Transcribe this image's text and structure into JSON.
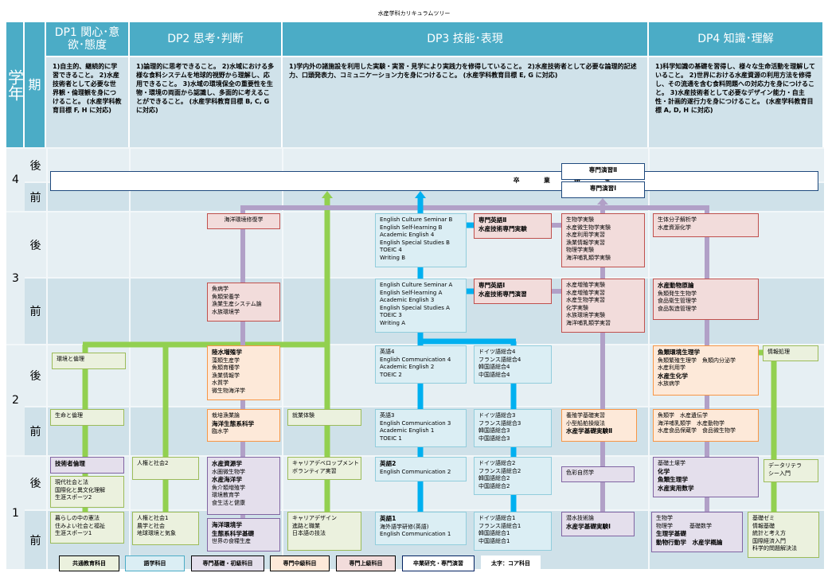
{
  "title": "水産学科カリキュラムツリー",
  "header": {
    "year_label": "学年",
    "term_label": "期",
    "dp": [
      {
        "title": "DP1 関心･意欲･態度",
        "goal": "1)自主的、継続的に学習できること。 2)水産技術者として必要な世界観・倫理観を身につけること。 (水産学科教育目標 F, H に対応)"
      },
      {
        "title": "DP2 思考･判断",
        "goal": "1)論理的に思考できること。 2)水域における多様な食料システムを地球的視野から理解し、応用できること。 3)水域の環境保全の重要性を生物・環境の両面から認識し、多面的に考えることができること。 (水産学科教育目標 B, C, G に対応)"
      },
      {
        "title": "DP3 技能･表現",
        "goal": "1)学内外の諸施設を利用した実験・実習・見学により実践力を修得していること。 2)水産技術者として必要な論理的記述力、口頭発表力、コミュニケーション力を身につけること。 (水産学科教育目標 E, G に対応)"
      },
      {
        "title": "DP4 知識･理解",
        "goal": "1)科学知識の基礎を習得し、様々な生命活動を理解していること。 2)世界における水産資源の利用方法を修得し、その流通を含む食料問題への対応力を身につけること。 3)水産技術者として必要なデザイン能力・自主性・計画的遂行力を身につけること。 (水産学科教育目標 A, D, H に対応)"
      }
    ]
  },
  "years": [
    "4",
    "3",
    "2",
    "1"
  ],
  "terms": {
    "late": "後",
    "early": "前"
  },
  "boxes": {
    "thesis": [
      {
        "t": "卒 業 研 究",
        "b": true
      }
    ],
    "seminar2": [
      {
        "t": "専門演習Ⅱ",
        "b": true
      }
    ],
    "seminar1": [
      {
        "t": "専門演習Ⅰ",
        "b": true
      }
    ],
    "y3l_dp2": [
      {
        "t": "海洋環境修復学"
      }
    ],
    "y3l_eng": [
      {
        "t": "English Culture Seminar B"
      },
      {
        "t": "English Self-learning B"
      },
      {
        "t": "Academic English 4"
      },
      {
        "t": "English Special Studies B"
      },
      {
        "t": "TOEIC 4"
      },
      {
        "t": "Writing B"
      }
    ],
    "y3l_seng": [
      {
        "t": "専門英語Ⅱ",
        "b": true
      },
      {
        "t": "水産技術専門実験",
        "b": true
      }
    ],
    "y3l_exp": [
      {
        "t": "生物学実験"
      },
      {
        "t": "水産微生物学実験"
      },
      {
        "t": "水産利用学実習"
      },
      {
        "t": "漁業情報学実習"
      },
      {
        "t": "物理学実験"
      },
      {
        "t": "海洋哺乳類学実験"
      }
    ],
    "y3l_dp4": [
      {
        "t": "生体分子解析学"
      },
      {
        "t": "水産資源化学"
      }
    ],
    "y3e_dp2": [
      {
        "t": "魚病学"
      },
      {
        "t": "魚類栄養学"
      },
      {
        "t": "漁業生産システム論"
      },
      {
        "t": "水族環境学"
      }
    ],
    "y3e_eng": [
      {
        "t": "English Culture Seminar A"
      },
      {
        "t": "English Self-learning A"
      },
      {
        "t": "Academic English 3"
      },
      {
        "t": "English Special Studies A"
      },
      {
        "t": "TOEIC 3"
      },
      {
        "t": "Writing A"
      }
    ],
    "y3e_seng": [
      {
        "t": "専門英語Ⅰ",
        "b": true
      },
      {
        "t": "水産技術専門演習",
        "b": true
      }
    ],
    "y3e_exp": [
      {
        "t": "水産増殖学実験"
      },
      {
        "t": "水産増殖学実習"
      },
      {
        "t": "水産生物学実習"
      },
      {
        "t": "化学実験"
      },
      {
        "t": "水族環境学実験"
      },
      {
        "t": "海洋哺乳類学実習"
      }
    ],
    "y3e_dp4": [
      {
        "t": "水産動物原論",
        "b": true
      },
      {
        "t": "魚類発生生物学"
      },
      {
        "t": "食品衛生管理学"
      },
      {
        "t": "食品製造管理学"
      }
    ],
    "y2l_dp1": [
      {
        "t": "環境と倫理"
      }
    ],
    "y2l_dp2": [
      {
        "t": "陸水増殖学",
        "b": true
      },
      {
        "t": "藻類生産学"
      },
      {
        "t": "魚類育種学"
      },
      {
        "t": "漁業情報学"
      },
      {
        "t": "水質学"
      },
      {
        "t": "微生物海洋学"
      }
    ],
    "y2l_eng": [
      {
        "t": "英語4"
      },
      {
        "t": "English Communication 4"
      },
      {
        "t": "Academic English 2"
      },
      {
        "t": "TOEIC 2"
      }
    ],
    "y2l_lang": [
      {
        "t": "ドイツ語総合4"
      },
      {
        "t": "フランス語総合4"
      },
      {
        "t": "韓国語総合4"
      },
      {
        "t": "中国語総合4"
      }
    ],
    "y2l_dp4": [
      {
        "t": "魚類環境生理学",
        "b": true
      },
      {
        "t": "魚類繁殖生理学　魚類内分泌学"
      },
      {
        "t": "水産利用学"
      },
      {
        "t": "水産生化学",
        "b": true
      },
      {
        "t": "水族病学"
      }
    ],
    "y2l_info": [
      {
        "t": "情報処理"
      }
    ],
    "y2e_dp1": [
      {
        "t": "生命と倫理"
      }
    ],
    "y2e_dp2": [
      {
        "t": "栽培漁業論"
      },
      {
        "t": "海洋生態系科学",
        "b": true
      },
      {
        "t": "臨水学"
      }
    ],
    "y2e_work": [
      {
        "t": "就業体験"
      }
    ],
    "y2e_eng": [
      {
        "t": "英語3"
      },
      {
        "t": "English Communication 3"
      },
      {
        "t": "Academic English 1"
      },
      {
        "t": "TOEIC 1"
      }
    ],
    "y2e_lang": [
      {
        "t": "ドイツ語総合3"
      },
      {
        "t": "フランス語総合3"
      },
      {
        "t": "韓国語総合3"
      },
      {
        "t": "中国語総合3"
      }
    ],
    "y2e_dp3": [
      {
        "t": "養殖学基礎実習"
      },
      {
        "t": "小型船舶操縦法"
      },
      {
        "t": "水産学基礎実験Ⅱ",
        "b": true
      }
    ],
    "y2e_dp4": [
      {
        "t": "魚類学　水産遺伝学"
      },
      {
        "t": "海洋哺乳類学　水産動物学"
      },
      {
        "t": "水産食品保蔵学　食品微生物学"
      }
    ],
    "y1l_ethics": [
      {
        "t": "技術者倫理",
        "b": true
      }
    ],
    "y1l_dp1": [
      {
        "t": "現代社会と法"
      },
      {
        "t": "国際化と異文化理解"
      },
      {
        "t": "生涯スポーツ2"
      }
    ],
    "y1l_human": [
      {
        "t": "人権と社会2"
      }
    ],
    "y1l_dp2": [
      {
        "t": "水産資源学",
        "b": true
      },
      {
        "t": "水圏微生物学"
      },
      {
        "t": "水産海洋学",
        "b": true
      },
      {
        "t": "魚介類増殖学"
      },
      {
        "t": "環境教育学"
      },
      {
        "t": "食生活と健康"
      }
    ],
    "y1l_career": [
      {
        "t": "キャリアデベロップメント"
      },
      {
        "t": "ボランティア実習"
      }
    ],
    "y1l_eng": [
      {
        "t": "英語2",
        "b": true
      },
      {
        "t": "English Communication 2"
      }
    ],
    "y1l_lang": [
      {
        "t": "ドイツ語総合2"
      },
      {
        "t": "フランス語総合2"
      },
      {
        "t": "韓国語総合2"
      },
      {
        "t": "中国語総合2"
      }
    ],
    "y1l_dp3": [
      {
        "t": "色彩自然学"
      }
    ],
    "y1l_dp4": [
      {
        "t": "基礎土壌学"
      },
      {
        "t": "化学",
        "b": true
      },
      {
        "t": "魚類生理学",
        "b": true
      },
      {
        "t": "水産実用数学",
        "b": true
      }
    ],
    "y1l_data": [
      {
        "t": "データリテラ"
      },
      {
        "t": "シー入門"
      }
    ],
    "y1e_dp1": [
      {
        "t": "暮らしの中の憲法"
      },
      {
        "t": "住みよい社会と福祉"
      },
      {
        "t": "生涯スポーツ1"
      }
    ],
    "y1e_human": [
      {
        "t": "人権と社会1"
      },
      {
        "t": "農学と社会"
      },
      {
        "t": "地球環境と気象"
      }
    ],
    "y1e_dp2": [
      {
        "t": "海洋環境学",
        "b": true
      },
      {
        "t": "生態系科学基礎",
        "b": true
      },
      {
        "t": "世界の食糧生産"
      }
    ],
    "y1e_career": [
      {
        "t": "キャリアデザイン"
      },
      {
        "t": "進路と職業"
      },
      {
        "t": "日本語の技法"
      }
    ],
    "y1e_eng": [
      {
        "t": "英語1",
        "b": true
      },
      {
        "t": "海外語学研修(英語)"
      },
      {
        "t": "English Communication 1"
      }
    ],
    "y1e_lang": [
      {
        "t": "ドイツ語総合1"
      },
      {
        "t": "フランス語総合1"
      },
      {
        "t": "韓国語総合1"
      },
      {
        "t": "中国語総合1"
      }
    ],
    "y1e_dp3": [
      {
        "t": "潜水技術論"
      },
      {
        "t": "水産学基礎実験Ⅰ",
        "b": true
      }
    ],
    "y1e_dp4": [
      {
        "t": "生物学"
      },
      {
        "t": "物理学　　　基礎数学"
      },
      {
        "t": "生理学基礎",
        "b": true
      },
      {
        "t": "動物行動学　水産学概論",
        "b": true
      }
    ],
    "y1e_seminar": [
      {
        "t": "基礎ゼミ"
      },
      {
        "t": "情報基礎"
      },
      {
        "t": "統計と考え方"
      },
      {
        "t": "国際経済入門"
      },
      {
        "t": "科学的問題解決法"
      }
    ]
  },
  "legend": [
    "共通教育科目",
    "語学科目",
    "専門基礎・初級科目",
    "専門中級科目",
    "専門上級科目",
    "卒業研究・専門演習",
    "太字：コア科目"
  ],
  "colors": {
    "header": "#4bacc6",
    "green_line": "#92d050",
    "purple_line": "#b1a0c7",
    "blue_line": "#00b0f0"
  }
}
